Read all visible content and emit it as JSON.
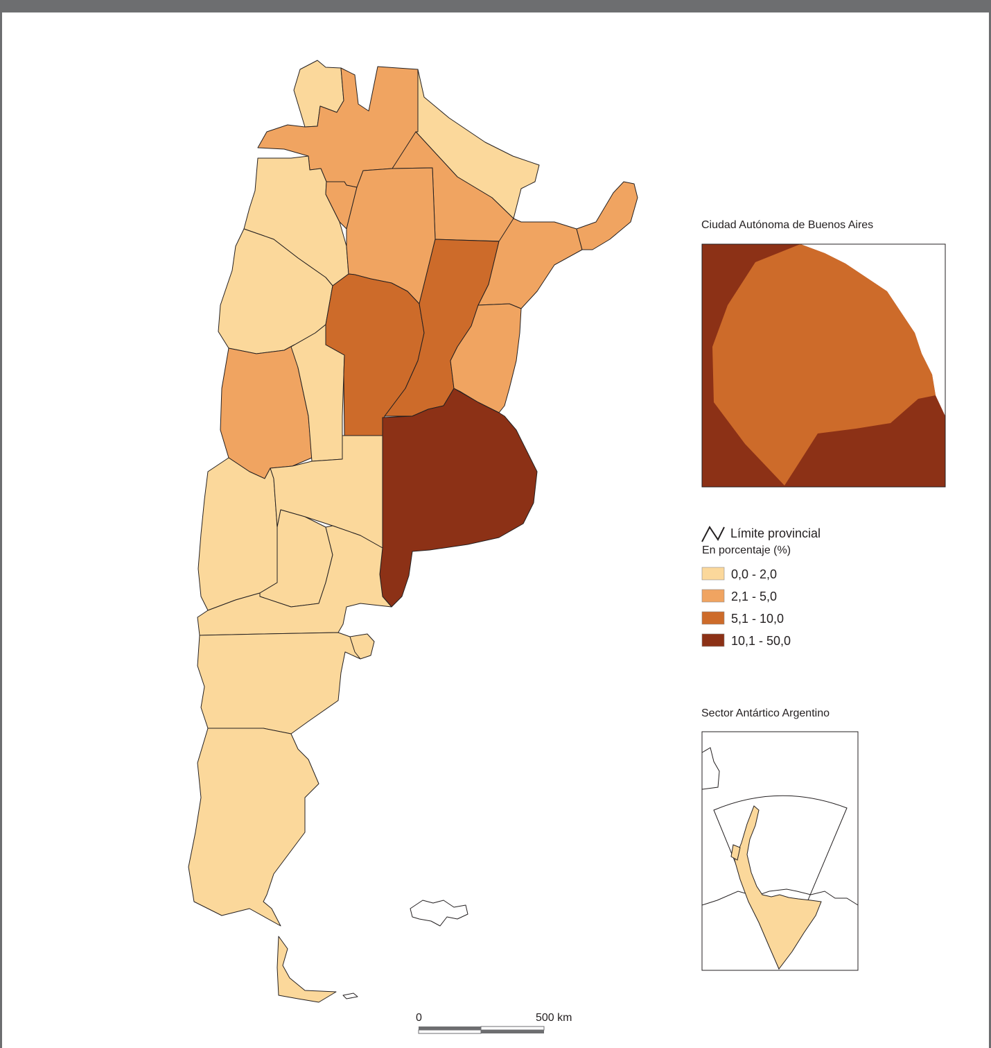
{
  "colors": {
    "c1": "#fbd89b",
    "c2": "#f0a461",
    "c3": "#cd6b2a",
    "c4": "#8c3116",
    "frame": "#6d6e70",
    "line": "#231f20"
  },
  "caba_inset": {
    "title": "Ciudad Autónoma de Buenos Aires"
  },
  "antarctic_inset": {
    "title": "Sector Antártico Argentino"
  },
  "legend": {
    "boundary_label": "Límite provincial",
    "unit_label": "En porcentaje (%)",
    "classes": [
      {
        "label": "0,0 - 2,0",
        "color": "#fbd89b"
      },
      {
        "label": "2,1 - 5,0",
        "color": "#f0a461"
      },
      {
        "label": "5,1 - 10,0",
        "color": "#cd6b2a"
      },
      {
        "label": "10,1 - 50,0",
        "color": "#8c3116"
      }
    ]
  },
  "scale_bar": {
    "start_label": "0",
    "end_label": "500 km"
  },
  "icons": {
    "boundary": "zigzag-line-icon"
  }
}
